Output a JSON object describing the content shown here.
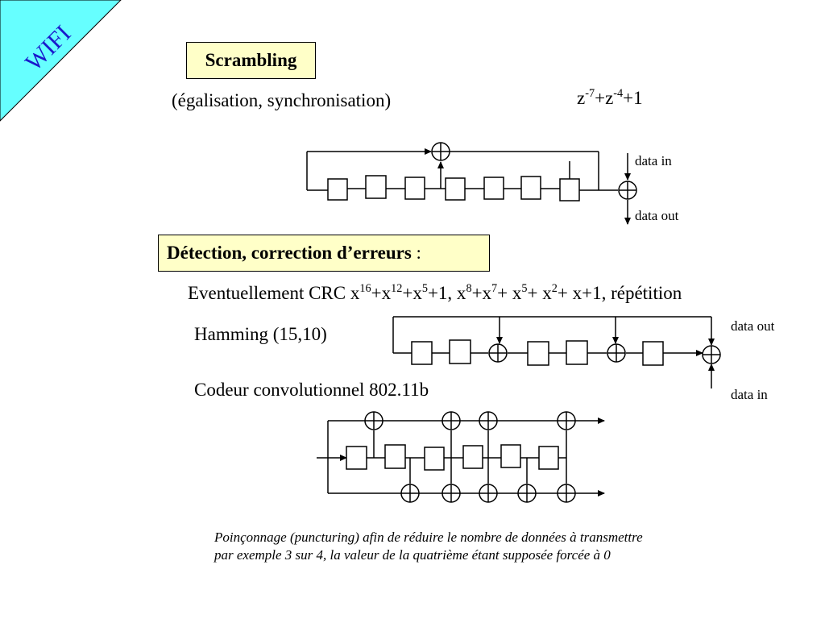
{
  "corner_label": "WIFI",
  "scrambling": {
    "title": "Scrambling",
    "subtitle": "(égalisation, synchronisation)",
    "poly_parts": [
      "z",
      "-7",
      "+z",
      "-4",
      "+1"
    ],
    "data_in": "data in",
    "data_out": "data out"
  },
  "error": {
    "title": "Détection, correction d’erreurs",
    "title_suffix": " :",
    "crc_parts": [
      "Eventuellement CRC x",
      "16",
      "+x",
      "12",
      "+x",
      "5",
      "+1, x",
      "8",
      "+x",
      "7",
      "+ x",
      "5",
      "+ x",
      "2",
      "+ x+1, répétition"
    ],
    "hamming": "Hamming (15,10)",
    "data_out": "data out",
    "data_in": "data in",
    "conv": "Codeur convolutionnel 802.11b"
  },
  "note": {
    "line1": "Poinçonnage (puncturing) afin de réduire le nombre de données à transmettre",
    "line2": "par exemple 3 sur 4, la valeur de la quatrième étant supposée forcée à 0"
  },
  "colors": {
    "corner_bg": "#66ffff",
    "box_bg": "#ffffc8",
    "corner_text": "#1a1acc"
  }
}
